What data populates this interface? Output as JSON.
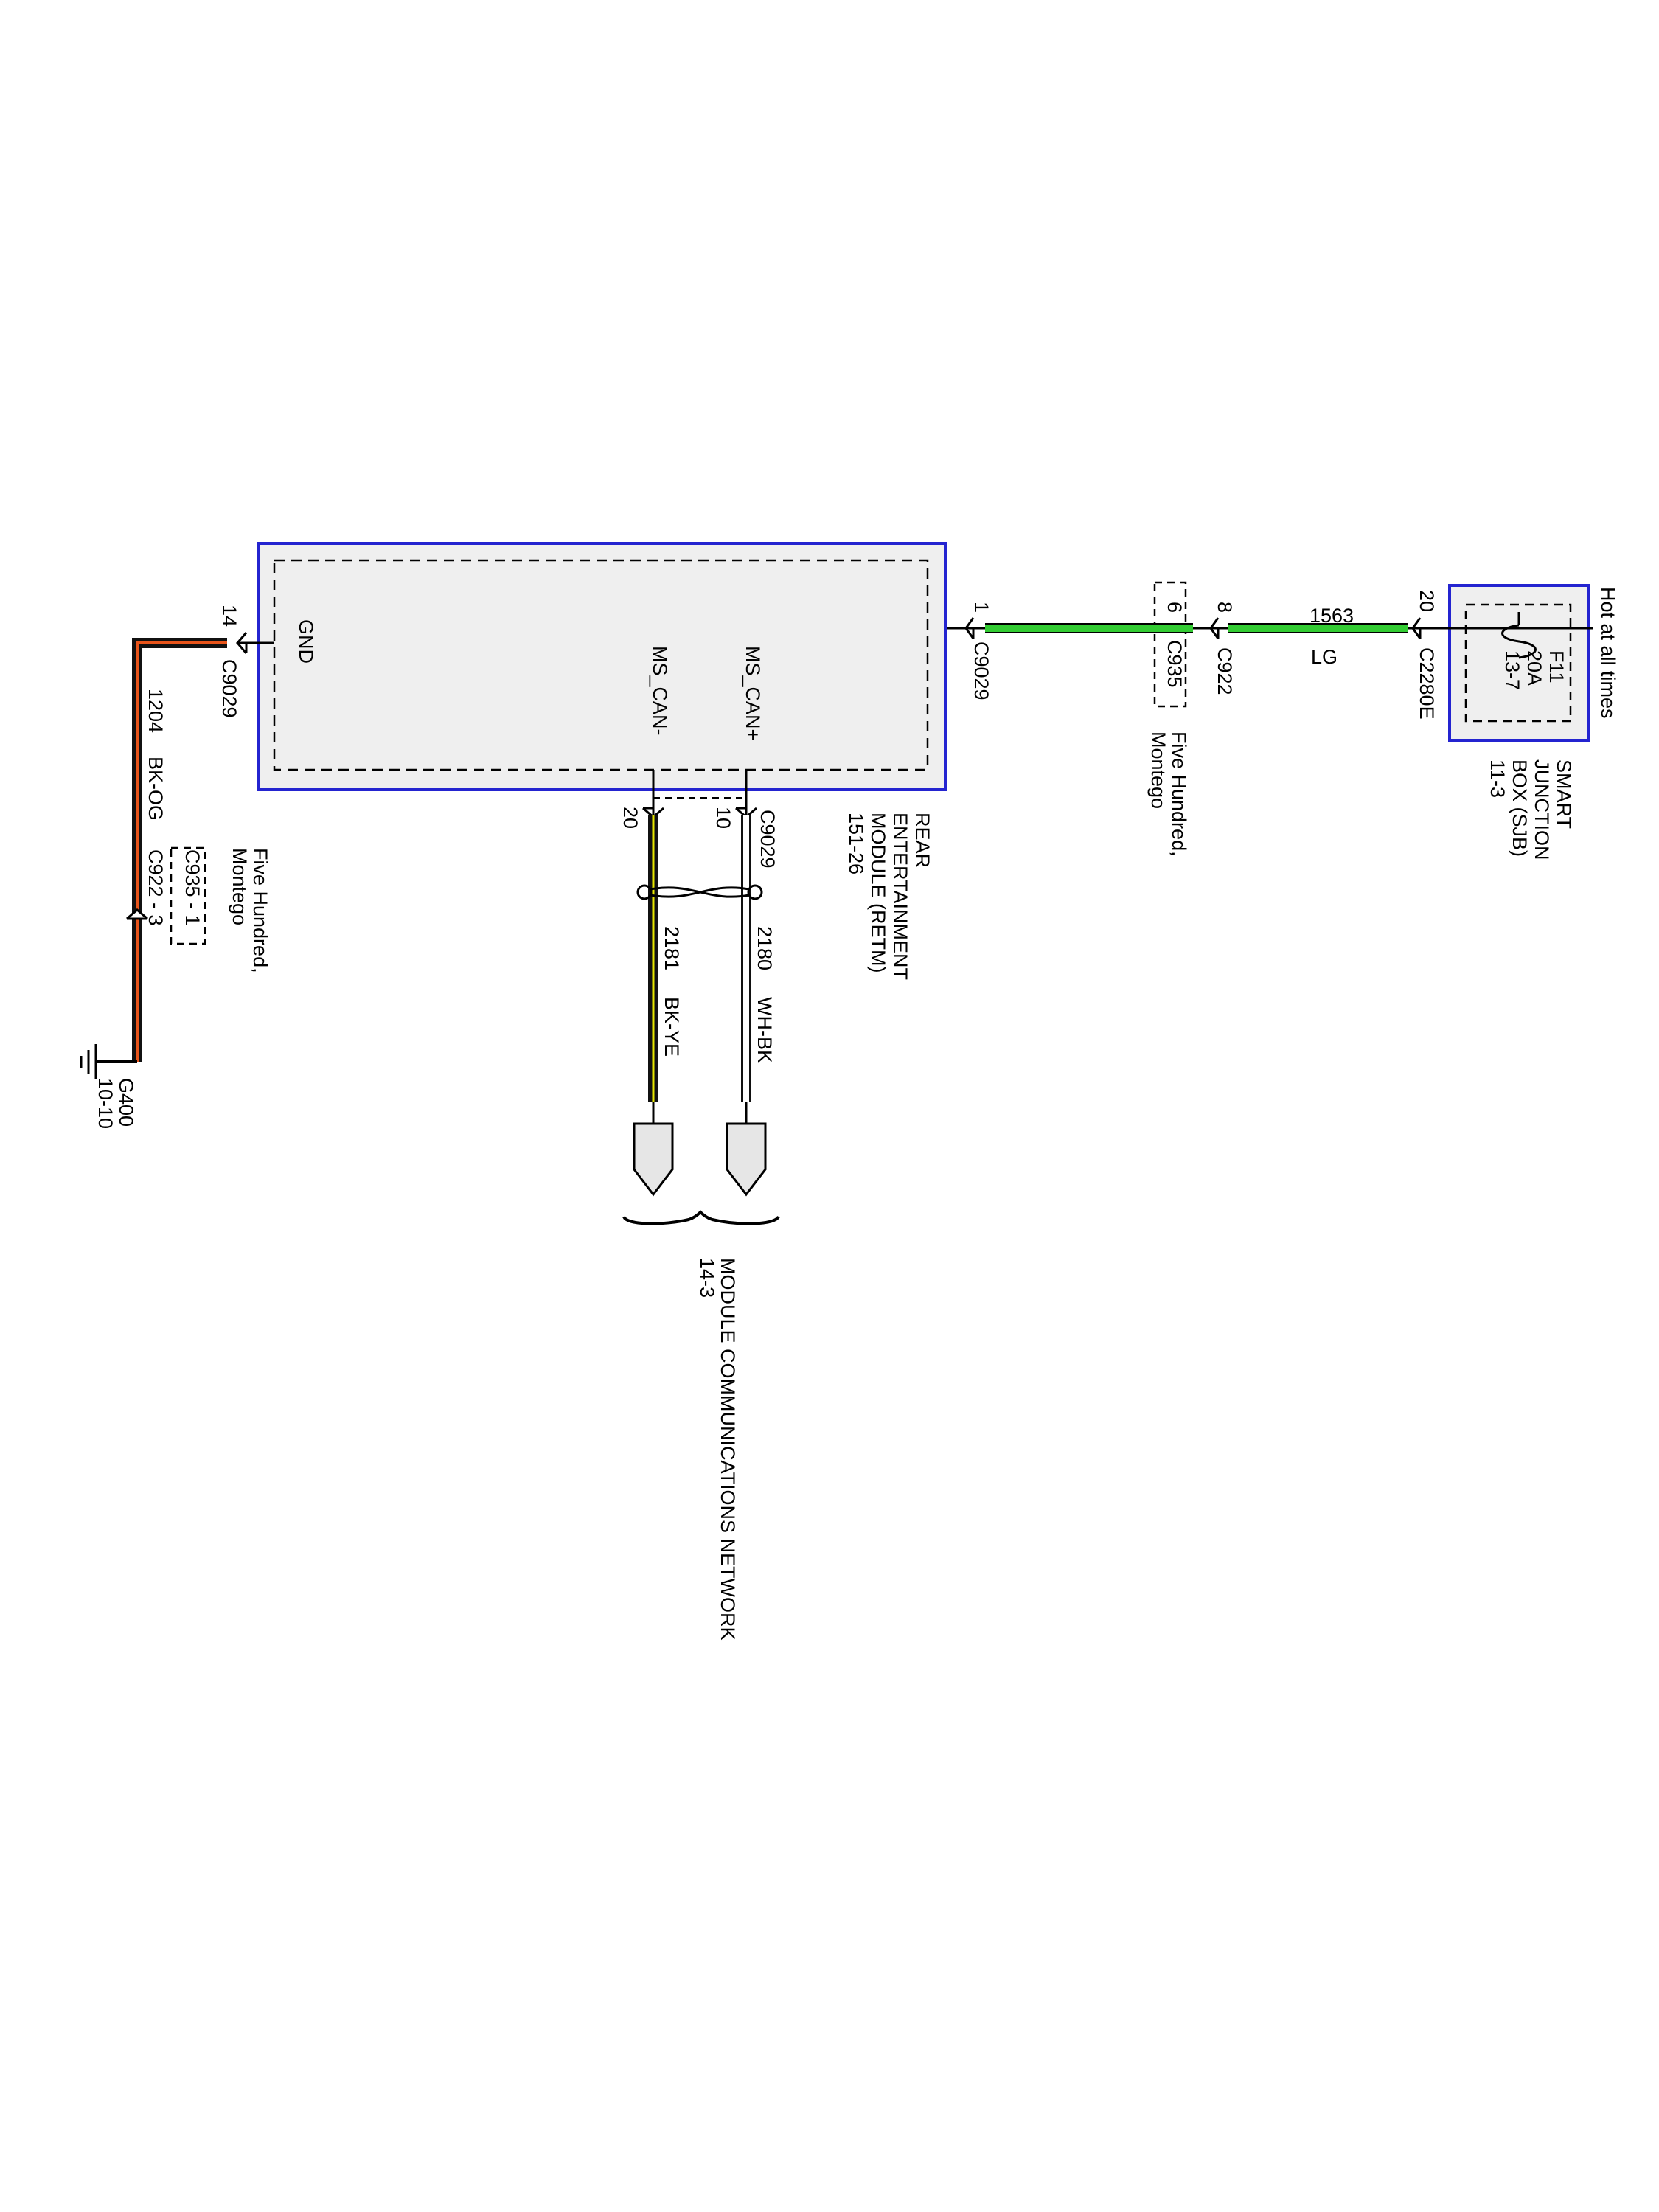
{
  "colors": {
    "module_border": "#2424d0",
    "module_fill": "#efefef",
    "wire_green": "#33cc33",
    "wire_black": "#1a1a1a",
    "wire_orange": "#e8541a",
    "wire_yellow": "#e6e600",
    "wire_white": "#ffffff"
  },
  "sjb": {
    "hot_label": "Hot at all times",
    "name_lines": [
      "SMART",
      "JUNCTION",
      "BOX (SJB)",
      "11-3"
    ],
    "fuse_lines": [
      "F11",
      "20A",
      "13-7"
    ],
    "fuse_icon": "fuse-icon"
  },
  "power_circuit": {
    "sjb_pin": "20",
    "sjb_connector": "C2280E",
    "circuit_number": "1563",
    "wire_color": "LG",
    "inline_pin_a": "8",
    "inline_connector_a": "C922",
    "inline_pin_b": "6",
    "inline_connector_b": "C935",
    "variant_note_lines": [
      "Five Hundred,",
      "Montego"
    ],
    "retm_pin": "1",
    "retm_connector": "C9029"
  },
  "retm": {
    "name_lines": [
      "REAR",
      "ENTERTAINMENT",
      "MODULE (RETM)",
      "151-26"
    ],
    "pin_labels": {
      "gnd": "GND",
      "can_minus": "MS_CAN-",
      "can_plus": "MS_CAN+"
    }
  },
  "ground_circuit": {
    "retm_pin": "14",
    "retm_connector": "C9029",
    "circuit_number": "1204",
    "wire_color": "BK-OG",
    "inline_connector_a": "C935 - 1",
    "inline_connector_b": "C922 - 3",
    "variant_note_lines": [
      "Five Hundred,",
      "Montego"
    ],
    "ground_name": "G400",
    "ground_ref": "10-10",
    "ground_icon": "ground-icon"
  },
  "can_circuits": {
    "connector": "C9029",
    "minus": {
      "pin": "20",
      "circuit_number": "2181",
      "wire_color": "BK-YE"
    },
    "plus": {
      "pin": "10",
      "circuit_number": "2180",
      "wire_color": "WH-BK"
    },
    "destination_lines": [
      "MODULE COMMUNICATIONS NETWORK",
      "14-3"
    ]
  }
}
